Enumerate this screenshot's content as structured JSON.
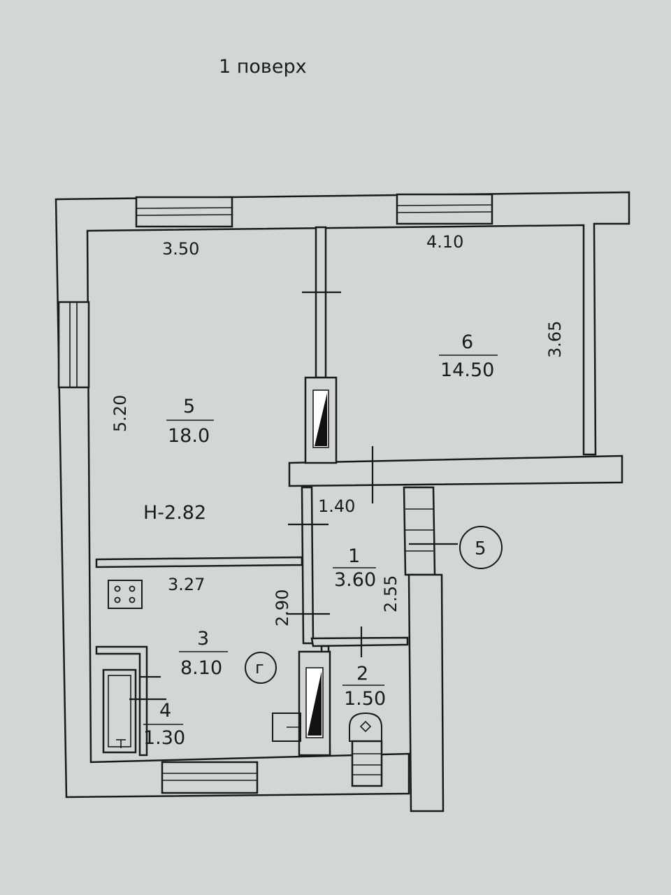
{
  "floor_title": "1 поверх",
  "height_label": "Н-2.82",
  "rooms": [
    {
      "number": "5",
      "area": "18.0"
    },
    {
      "number": "6",
      "area": "14.50"
    },
    {
      "number": "1",
      "area": "3.60"
    },
    {
      "number": "3",
      "area": "8.10"
    },
    {
      "number": "2",
      "area": "1.50"
    },
    {
      "number": "4",
      "area": "1.30"
    }
  ],
  "dimensions": {
    "room5_width": "3.50",
    "room5_length": "5.20",
    "room6_width": "4.10",
    "room6_length": "3.65",
    "room1_width": "1.40",
    "room1_length": "2.55",
    "room3_width": "3.27",
    "room3_length": "2.90"
  },
  "markers": {
    "entrance": "5",
    "gas": "г"
  }
}
